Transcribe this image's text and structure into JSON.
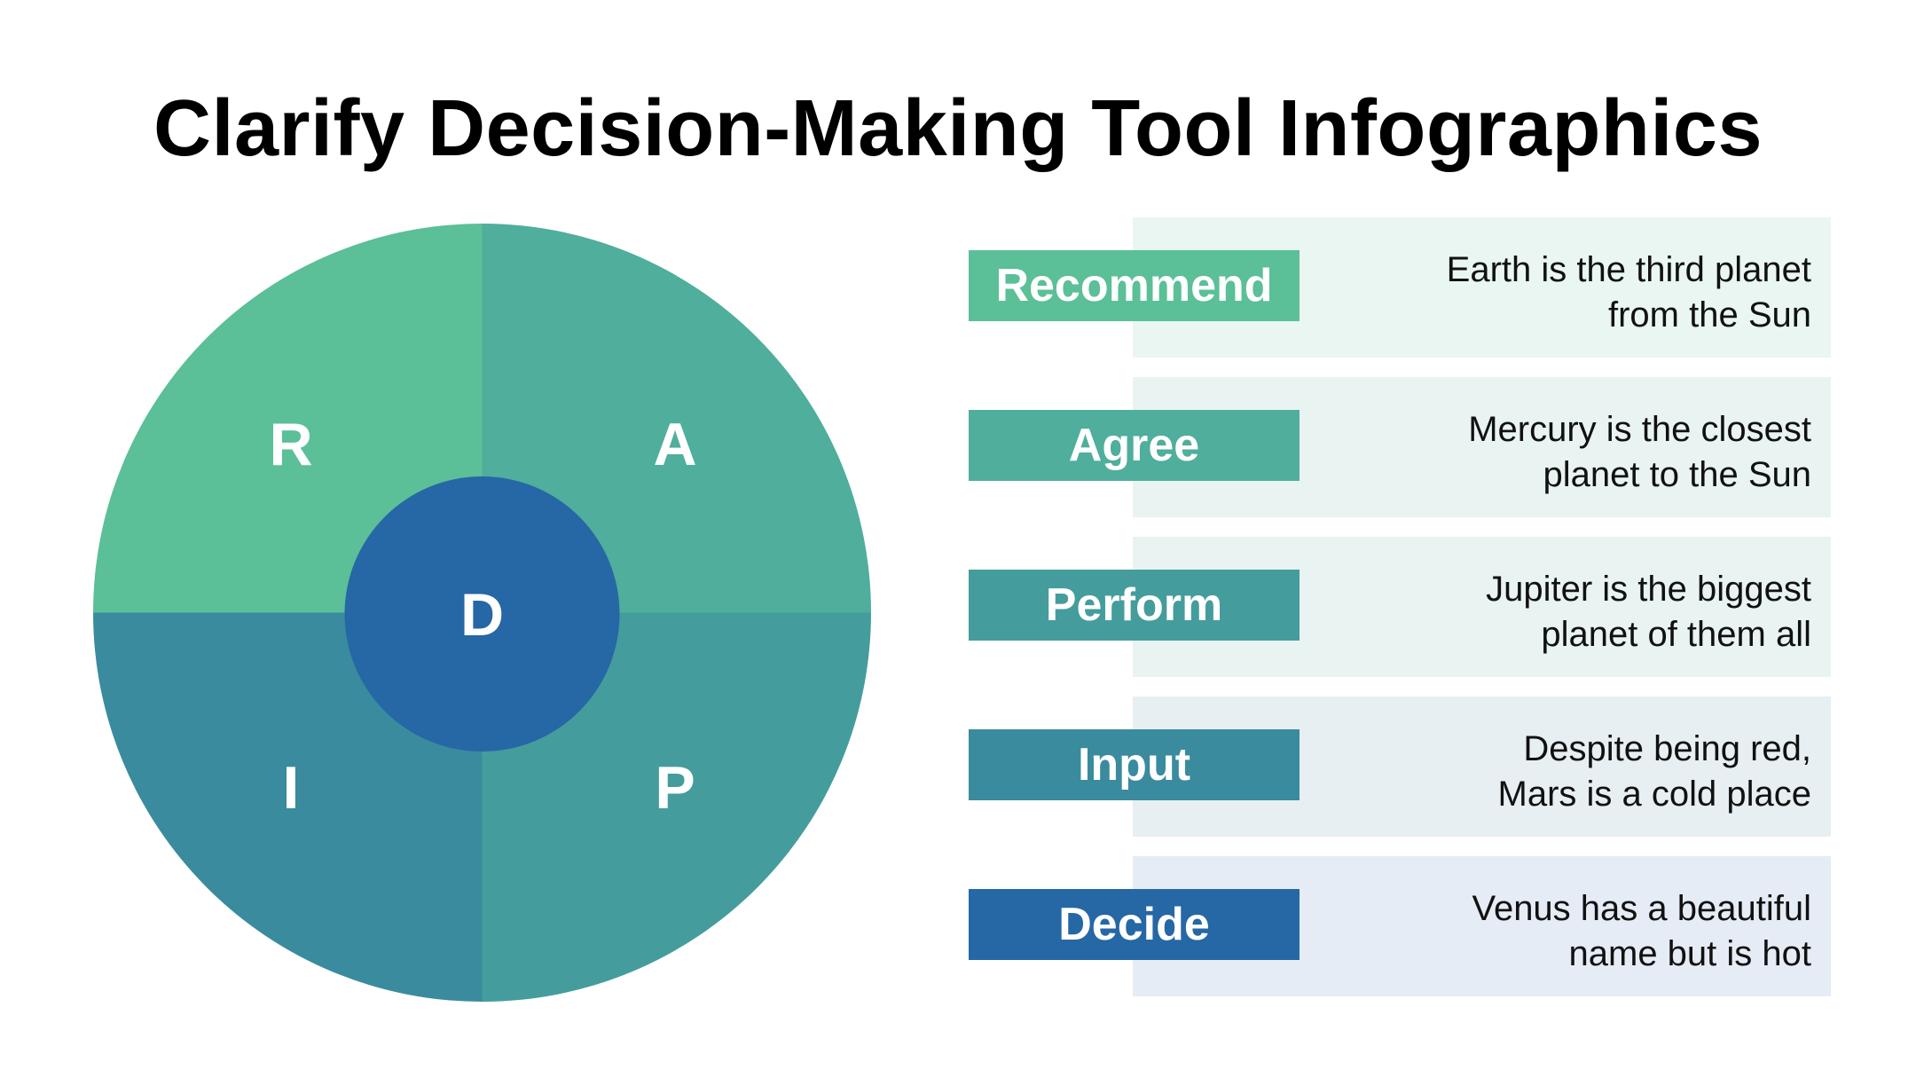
{
  "title": "Clarify Decision-Making Tool Infographics",
  "wheel": {
    "quadrants": [
      {
        "letter": "R",
        "color": "#5bbf98"
      },
      {
        "letter": "A",
        "color": "#4fae9c"
      },
      {
        "letter": "I",
        "color": "#3a8b9d"
      },
      {
        "letter": "P",
        "color": "#449d9c"
      }
    ],
    "center": {
      "letter": "D",
      "color": "#2667a5"
    }
  },
  "items": [
    {
      "label": "Recommend",
      "text": "Earth is the third planet\nfrom the Sun",
      "color": "#5bbf98",
      "panel_color": "#eaf6f1"
    },
    {
      "label": "Agree",
      "text": "Mercury is the closest\nplanet to the Sun",
      "color": "#4fae9c",
      "panel_color": "#e9f4f2"
    },
    {
      "label": "Perform",
      "text": "Jupiter is the biggest\nplanet of them all",
      "color": "#449d9c",
      "panel_color": "#e8f3f2"
    },
    {
      "label": "Input",
      "text": "Despite being red,\nMars is a cold place",
      "color": "#3a8b9d",
      "panel_color": "#e7eff2"
    },
    {
      "label": "Decide",
      "text": "Venus has a beautiful\nname but is hot",
      "color": "#2667a5",
      "panel_color": "#e5ecf5"
    }
  ]
}
